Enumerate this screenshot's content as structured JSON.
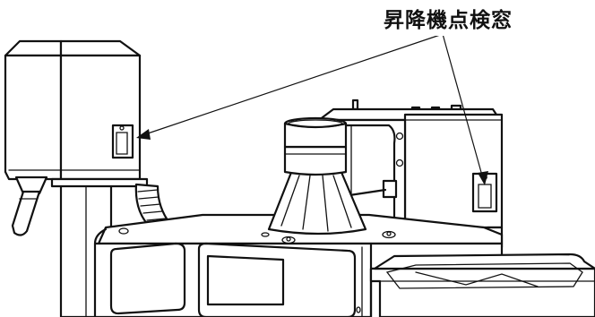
{
  "callout": {
    "label": "昇降機点検窓",
    "targets": [
      "elevator-hopper-left",
      "elevator-housing-right"
    ]
  },
  "colors": {
    "line": "#111111",
    "background": "#ffffff"
  }
}
